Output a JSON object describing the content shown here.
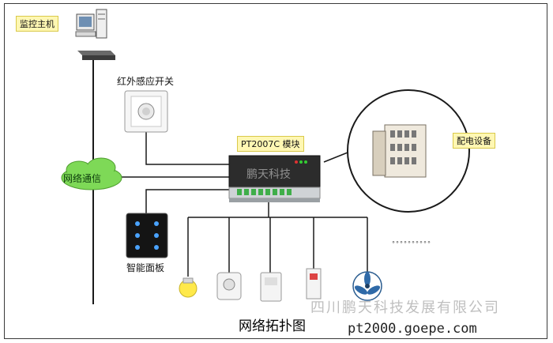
{
  "labels": {
    "host": "监控主机",
    "ir_switch": "红外感应开关",
    "module": "PT2007C 模块",
    "power_equipment": "配电设备",
    "network": "网络通信",
    "smart_panel": "智能面板",
    "ellipsis": "°°°°°°°°°°",
    "diagram_title": "网络拓扑图",
    "company": "四川鹏天科技发展有限公司",
    "url": "pt2000.goepe.com",
    "device_logo": "鹏天科技"
  },
  "colors": {
    "line": "#1a1a1a",
    "cloud": "#7ed957",
    "label_bg": "#fff7b3"
  }
}
